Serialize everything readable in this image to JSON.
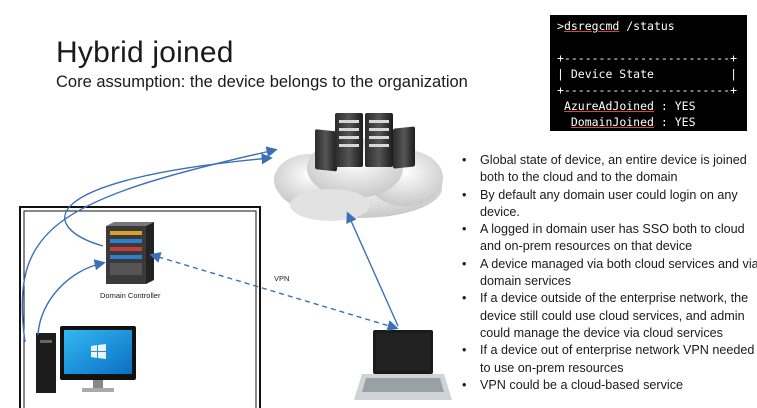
{
  "slide": {
    "title": "Hybrid joined",
    "subtitle": "Core assumption: the device belongs to the organization"
  },
  "terminal": {
    "prompt": ">",
    "command_name": "dsregcmd",
    "command_arg": " /status",
    "border_top": "+------------------------+",
    "header_row": "| Device State           |",
    "border_bottom": "+------------------------+",
    "rows": [
      {
        "key": "AzureAdJoined",
        "value": " : YES",
        "indent": " "
      },
      {
        "key": "DomainJoined",
        "value": " : YES",
        "indent": "  "
      }
    ]
  },
  "diagram": {
    "domain_controller_label": "Domain Controller",
    "vpn_label": "VPN",
    "icons": [
      "cloud-icon",
      "server-rack-icon",
      "domain-controller-icon",
      "desktop-pc-icon",
      "laptop-icon"
    ]
  },
  "bullets": [
    "Global state of device, an entire device is joined both to the cloud and to the domain",
    "By default any domain user could login on any device.",
    "A logged in domain user has SSO both to cloud and on-prem resources on that device",
    "A device managed via both cloud services and via domain services",
    "If a device outside of the enterprise network, the device still could use cloud services, and admin could manage the device via cloud services",
    "If a device out of enterprise network VPN needed to use on-prem resources",
    "VPN could be a cloud-based service"
  ],
  "colors": {
    "arrow": "#3b6fb6",
    "terminal_bg": "#000000",
    "screen_blue": "#1aa3e8"
  }
}
